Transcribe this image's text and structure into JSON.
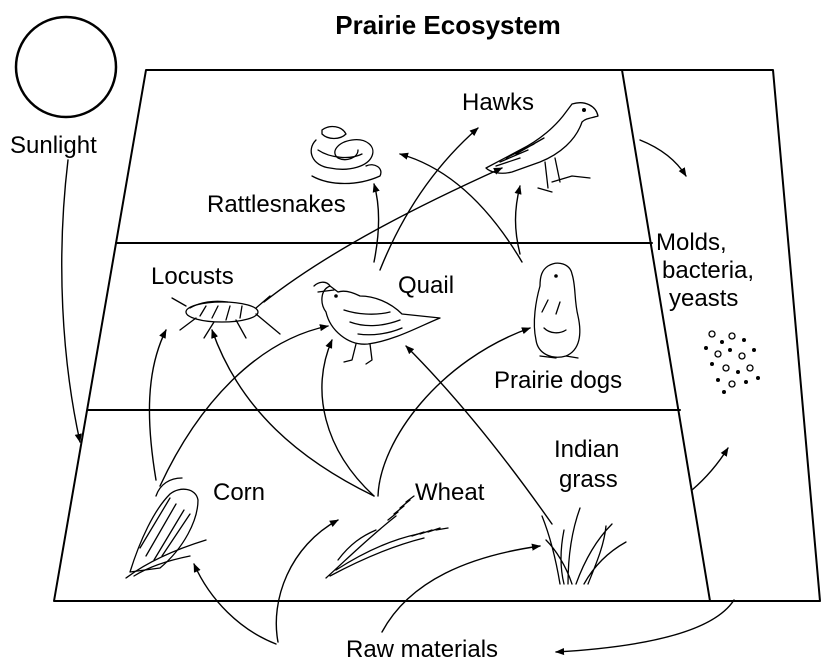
{
  "title": "Prairie Ecosystem",
  "labels": {
    "sunlight": "Sunlight",
    "hawks": "Hawks",
    "rattlesnakes": "Rattlesnakes",
    "locusts": "Locusts",
    "quail": "Quail",
    "prairie_dogs": "Prairie dogs",
    "corn": "Corn",
    "wheat": "Wheat",
    "indian_grass": [
      "Indian",
      "grass"
    ],
    "decomposers": [
      "Molds,",
      "bacteria,",
      "yeasts"
    ],
    "raw_materials": "Raw materials"
  }
}
